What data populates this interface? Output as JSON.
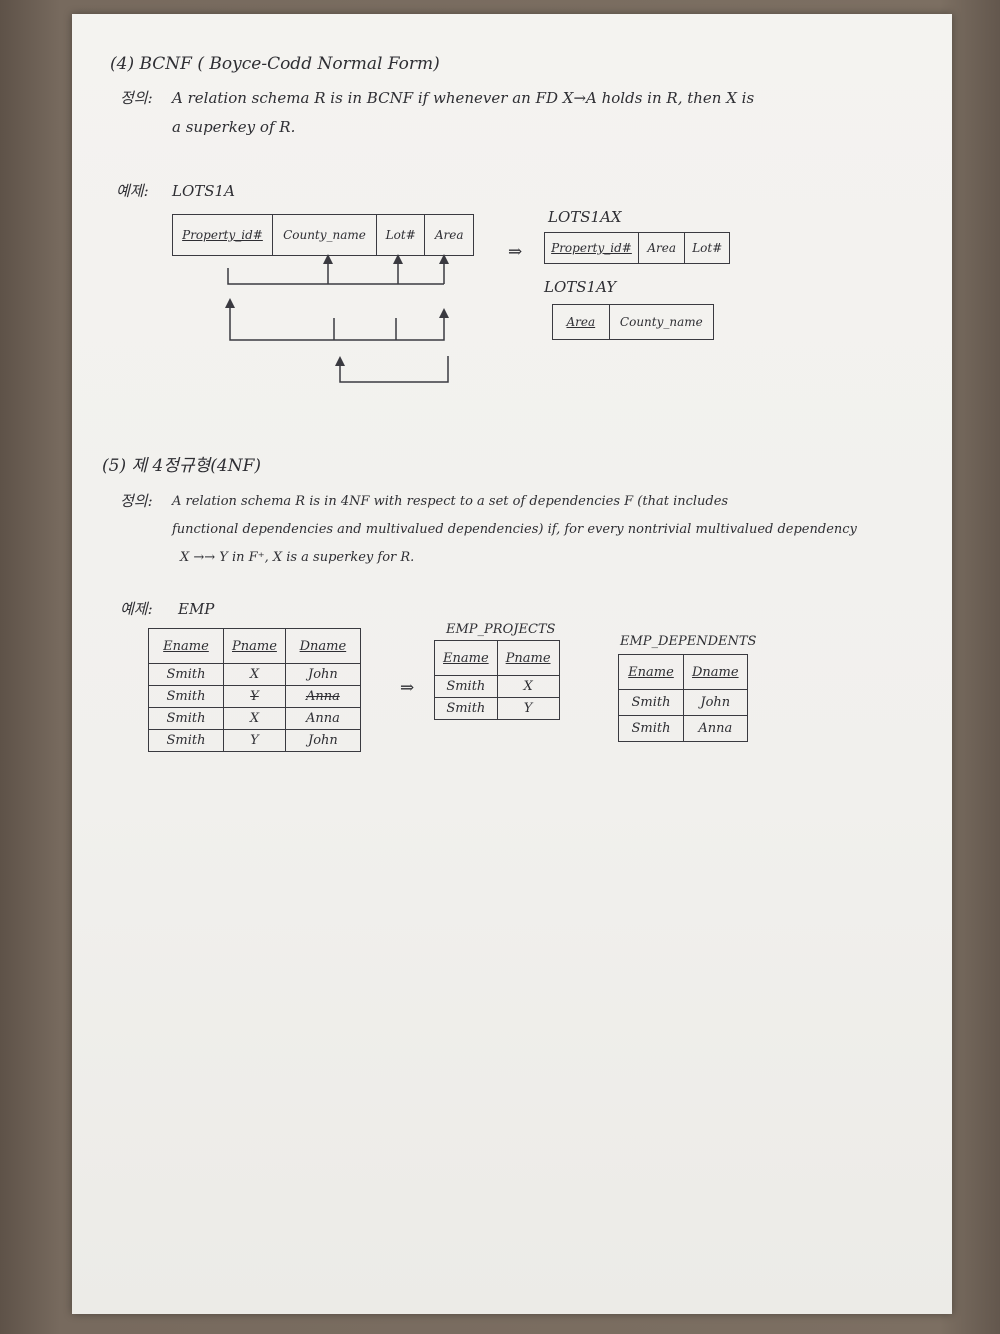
{
  "bcnf": {
    "heading": "(4) BCNF ( Boyce-Codd Normal Form)",
    "definition_label": "정의:",
    "definition_line1": "A relation schema R is in BCNF if whenever an FD X→A holds in R, then X is",
    "definition_line2": "a superkey of R.",
    "example_label": "예제:",
    "example_relation": "LOTS1A",
    "source_columns": [
      "Property_id#",
      "County_name",
      "Lot#",
      "Area"
    ],
    "arrow": "⇒",
    "result1": {
      "name": "LOTS1AX",
      "columns": [
        "Property_id#",
        "Area",
        "Lot#"
      ]
    },
    "result2": {
      "name": "LOTS1AY",
      "columns": [
        "Area",
        "County_name"
      ]
    }
  },
  "fourth_nf": {
    "heading": "(5) 제 4정규형(4NF)",
    "definition_label": "정의:",
    "definition_line1": "A relation schema R is in 4NF with respect to a set of dependencies F (that includes",
    "definition_line2": "functional dependencies and multivalued dependencies) if, for every nontrivial multivalued dependency",
    "definition_line3": "X →→ Y in F⁺, X is a superkey for R.",
    "example_label": "예제:",
    "example_relation": "EMP",
    "emp": {
      "headers": [
        "Ename",
        "Pname",
        "Dname"
      ],
      "rows": [
        [
          "Smith",
          "X",
          "John"
        ],
        [
          "Smith",
          "Y",
          "Anna"
        ],
        [
          "Smith",
          "X",
          "Anna"
        ],
        [
          "Smith",
          "Y",
          "John"
        ]
      ]
    },
    "arrow": "⇒",
    "emp_projects": {
      "name": "EMP_PROJECTS",
      "headers": [
        "Ename",
        "Pname"
      ],
      "rows": [
        [
          "Smith",
          "X"
        ],
        [
          "Smith",
          "Y"
        ]
      ]
    },
    "emp_dependents": {
      "name": "EMP_DEPENDENTS",
      "headers": [
        "Ename",
        "Dname"
      ],
      "rows": [
        [
          "Smith",
          "John"
        ],
        [
          "Smith",
          "Anna"
        ]
      ]
    }
  }
}
